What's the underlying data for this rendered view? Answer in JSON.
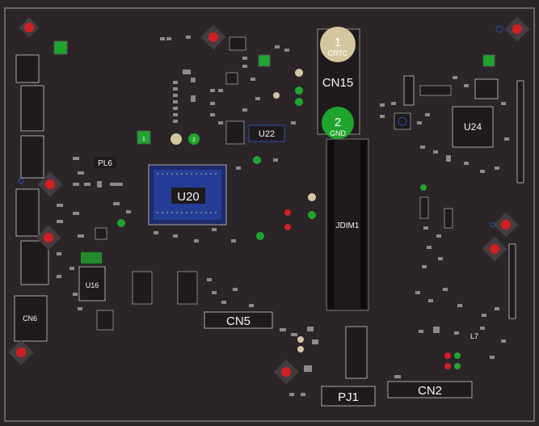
{
  "colors": {
    "board": "#2b2527",
    "outline": "#7d7a7b",
    "pad_green": "#1fa52e",
    "pad_red": "#d11f26",
    "pad_beige": "#d4c7a0",
    "chip_blue": "#2a4bb5"
  },
  "labels": {
    "cn15": "CN15",
    "crtc_num": "1",
    "crtc_name": "CRTC",
    "gnd_num": "2",
    "gnd_name": "GND",
    "u24": "U24",
    "u22": "U22",
    "u20": "U20",
    "pl6": "PL6",
    "jdim1": "JDIM1",
    "u16": "U16",
    "cn6": "CN6",
    "cn5": "CN5",
    "pj1": "PJ1",
    "cn2": "CN2",
    "l7": "L7",
    "pad_1": "1",
    "pad_2": "2"
  }
}
